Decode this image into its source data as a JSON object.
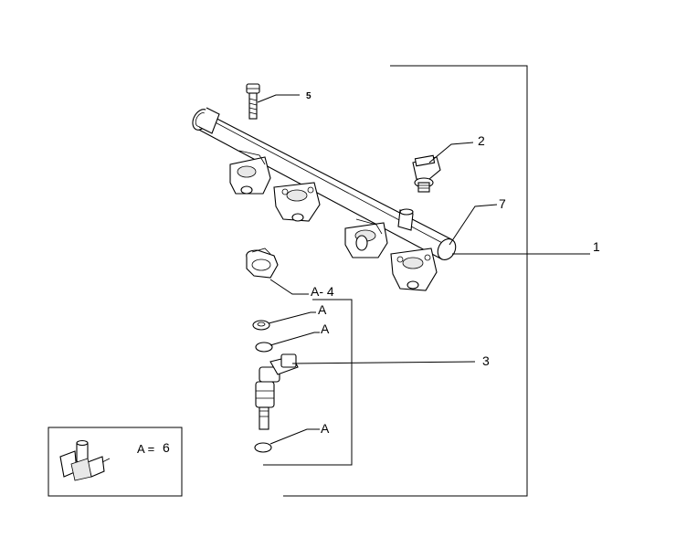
{
  "callouts": {
    "rail": "1",
    "sensor": "2",
    "injector": "3",
    "clip": "A- 4",
    "screw": "5",
    "rail_end": "7",
    "seal_upper_1": "A",
    "seal_upper_2": "A",
    "seal_lower": "A"
  },
  "legend": {
    "label": "A =",
    "value": "6"
  }
}
